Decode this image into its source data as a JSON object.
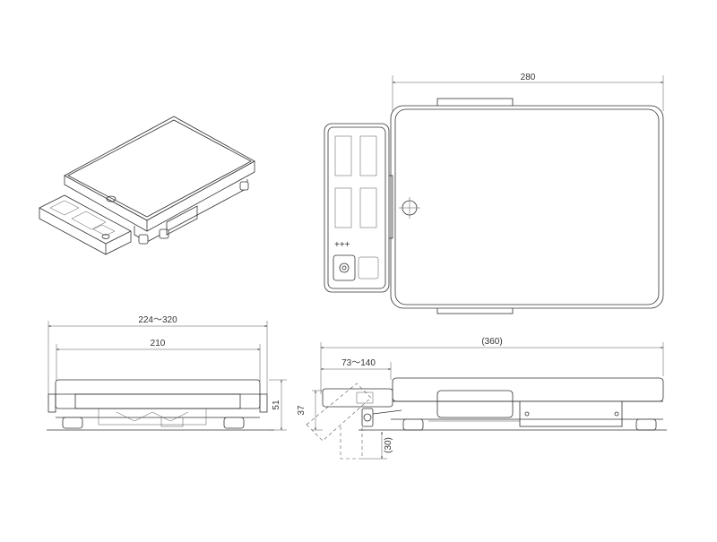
{
  "dimensions": {
    "top_width": "280",
    "front_full_width": "224～320",
    "front_platform_width": "210",
    "front_height": "51",
    "side_length": "(360)",
    "display_reach": "73～140",
    "display_height": "37",
    "display_drop": "(30)"
  },
  "colors": {
    "line": "#333333",
    "background": "#ffffff"
  }
}
